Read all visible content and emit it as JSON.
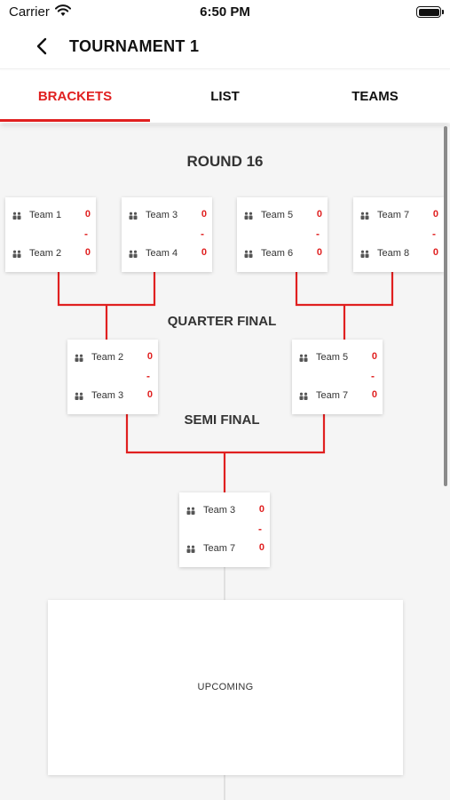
{
  "status_bar": {
    "carrier": "Carrier",
    "time": "6:50 PM"
  },
  "nav": {
    "title": "TOURNAMENT 1"
  },
  "tabs": [
    {
      "label": "BRACKETS",
      "active": true
    },
    {
      "label": "LIST",
      "active": false
    },
    {
      "label": "TEAMS",
      "active": false
    }
  ],
  "rounds": {
    "round_16": "ROUND 16",
    "quarter_final": "QUARTER FINAL",
    "semi_final": "SEMI FINAL"
  },
  "matches": [
    {
      "team1": "Team 1",
      "score1": "0",
      "team2": "Team 2",
      "score2": "0",
      "sep": "-"
    },
    {
      "team1": "Team 3",
      "score1": "0",
      "team2": "Team 4",
      "score2": "0",
      "sep": "-"
    },
    {
      "team1": "Team 5",
      "score1": "0",
      "team2": "Team 6",
      "score2": "0",
      "sep": "-"
    },
    {
      "team1": "Team 7",
      "score1": "0",
      "team2": "Team 8",
      "score2": "0",
      "sep": "-"
    },
    {
      "team1": "Team 2",
      "score1": "0",
      "team2": "Team 3",
      "score2": "0",
      "sep": "-"
    },
    {
      "team1": "Team 5",
      "score1": "0",
      "team2": "Team 7",
      "score2": "0",
      "sep": "-"
    },
    {
      "team1": "Team 3",
      "score1": "0",
      "team2": "Team 7",
      "score2": "0",
      "sep": "-"
    }
  ],
  "upcoming": {
    "label": "UPCOMING"
  },
  "colors": {
    "accent": "#e02020",
    "text": "#222222",
    "background": "#f5f5f5"
  },
  "icons": {
    "back": "chevron-left-icon",
    "team": "team-icon",
    "wifi": "wifi-icon",
    "battery": "battery-icon"
  }
}
